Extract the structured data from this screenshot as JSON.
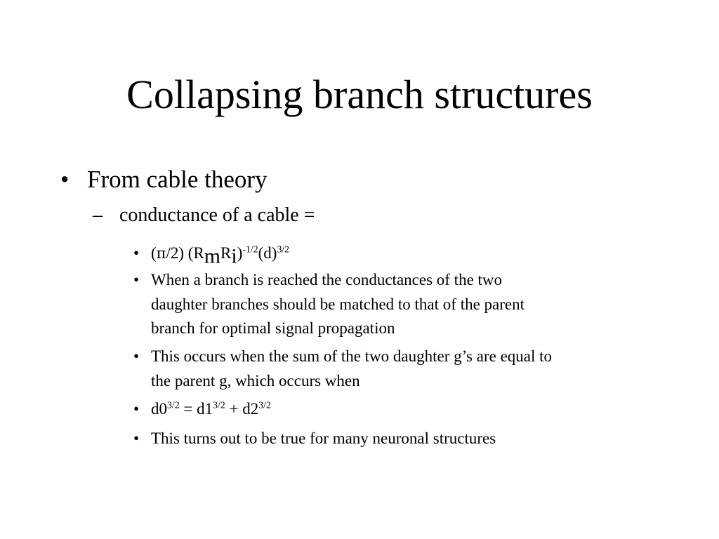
{
  "slide": {
    "title": "Collapsing branch structures",
    "bullets": {
      "level1_marker": "•",
      "level2_marker": "–",
      "level3_marker": "•",
      "l1_item": "From cable theory",
      "l2_item": "conductance of a cable =",
      "formula": {
        "part_open": "(",
        "pi": "π",
        "part_a": "/2) (R",
        "sub_m": "m",
        "part_b": "R",
        "sub_i": "i",
        "part_c": ")",
        "exp_1": "-1/2",
        "part_d": "(d)",
        "exp_2": "3/2"
      },
      "l3_branch_line1": "When a branch is reached the conductances of the two",
      "l3_branch_line2": "daughter branches should be matched to that of the parent",
      "l3_branch_line3": "branch for optimal signal propagation",
      "l3_sum_line1": "This occurs when the sum of the two daughter g’s are equal to",
      "l3_sum_line2": "the parent g, which occurs when",
      "equation": {
        "t1": "d0",
        "e1": "3/2",
        "t2": " = d1",
        "e2": "3/2",
        "t3": " + d2",
        "e3": "3/2"
      },
      "l3_true": "This turns out to be true for many neuronal structures"
    }
  }
}
